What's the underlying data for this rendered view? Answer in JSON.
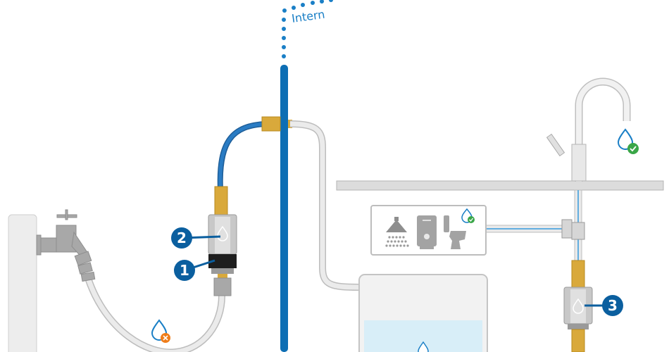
{
  "labels": {
    "intern": "Intern",
    "badge_1": "1",
    "badge_2": "2",
    "badge_3": "3"
  },
  "appliances": [
    "shower-icon",
    "water-heater-icon",
    "toilet-icon"
  ],
  "status_icons": {
    "garden_tap_water": "drop-x-icon",
    "appliance_water": "drop-check-icon",
    "kitchen_tap_water": "drop-check-icon"
  },
  "colors": {
    "wall_blue": "#0d6eb4",
    "badge_blue": "#0b5f9f",
    "hose_blue": "#2a7cc4",
    "brass": "#d9a93b",
    "ok_green": "#3aa648",
    "bad_orange": "#ef7d1a",
    "water": "#d8eef8"
  }
}
